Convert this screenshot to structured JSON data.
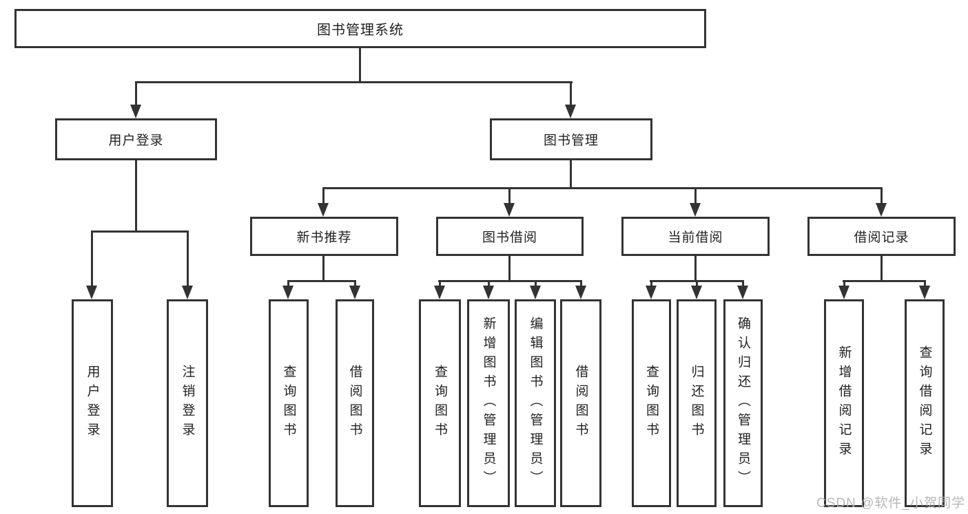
{
  "tree": {
    "root": "图书管理系统",
    "level2": [
      {
        "label": "用户登录"
      },
      {
        "label": "图书管理"
      }
    ],
    "level3": [
      {
        "label": "新书推荐"
      },
      {
        "label": "图书借阅"
      },
      {
        "label": "当前借阅"
      },
      {
        "label": "借阅记录"
      }
    ],
    "leaves": [
      {
        "label": "用户登录"
      },
      {
        "label": "注销登录"
      },
      {
        "label": "查询图书"
      },
      {
        "label": "借阅图书"
      },
      {
        "label": "查询图书"
      },
      {
        "label": "新增图书（管理员）"
      },
      {
        "label": "编辑图书（管理员）"
      },
      {
        "label": "借阅图书"
      },
      {
        "label": "查询图书"
      },
      {
        "label": "归还图书"
      },
      {
        "label": "确认归还（管理员）"
      },
      {
        "label": "新增借阅记录"
      },
      {
        "label": "查询借阅记录"
      }
    ]
  },
  "watermark": "CSDN @软件_小贺同学",
  "colors": {
    "line": "#333333",
    "box_border": "#333333",
    "box_bg": "#ffffff",
    "text": "#222222",
    "watermark": "#b0b0b0"
  }
}
